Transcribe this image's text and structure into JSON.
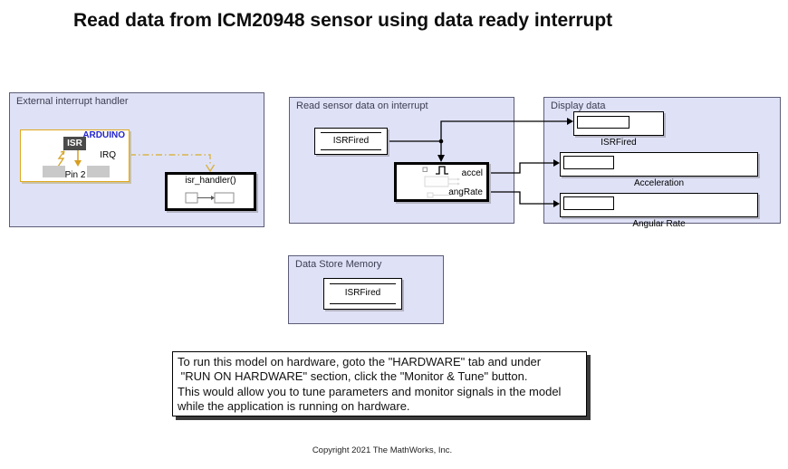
{
  "title": "Read data from ICM20948 sensor using data ready interrupt",
  "areas": {
    "external": {
      "label": "External interrupt handler"
    },
    "read_sensor": {
      "label": "Read sensor data on interrupt"
    },
    "display": {
      "label": "Display data"
    },
    "datastore": {
      "label": "Data Store Memory"
    }
  },
  "blocks": {
    "arduino_interrupt": {
      "brand": "ARDUINO",
      "chip": "ISR",
      "pin": "Pin 2",
      "output_port": "IRQ"
    },
    "isr_handler": {
      "label": "isr_handler()"
    },
    "isrfired_read": {
      "label": "ISRFired"
    },
    "triggered_subsystem": {
      "output_port_1": "accel",
      "output_port_2": "angRate"
    },
    "datastore_memory": {
      "label": "ISRFired"
    },
    "displays": [
      {
        "label": "ISRFired"
      },
      {
        "label": "Acceleration"
      },
      {
        "label": "Angular Rate"
      }
    ]
  },
  "annotation": {
    "text": "To run this model on hardware, goto the \"HARDWARE\" tab and under\n \"RUN ON HARDWARE\" section, click the \"Monitor & Tune\" button.\nThis would allow you to tune parameters and monitor signals in the model\nwhile the application is running on hardware."
  },
  "copyright": "Copyright 2021 The MathWorks, Inc.",
  "icons": {
    "interrupt_edge": "lightning-up-arrow",
    "interrupt_flow": "down-arrow",
    "trigger": "pulse-glyph"
  },
  "colors": {
    "area_fill": "#dfe2f7",
    "area_border": "#5c5c78",
    "arduino_border": "#dfa81e",
    "arduino_brand_blue": "#2424cc",
    "interrupt_signal_yellow": "#d9b44a",
    "wire_black": "#000000",
    "isr_chip_gray": "#4a4a4a"
  }
}
